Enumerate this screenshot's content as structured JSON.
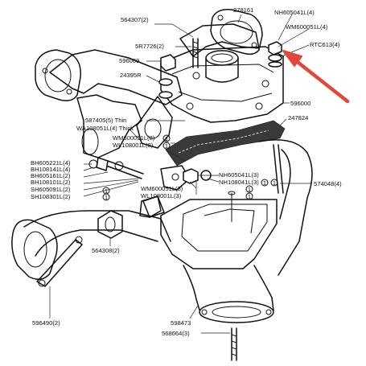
{
  "diagram": {
    "labels": {
      "l564307": "564307(2)",
      "l278161": "278161",
      "lNH605041": "NH605041L(4)",
      "lWM600051a": "WM600051L(4)",
      "lRTC613": "RTC613(4)",
      "l5R7726": "5R7726(2)",
      "l596069": "596069",
      "l24395R": "24395R",
      "l596000": "596000",
      "l587405": "587405(5) Thin",
      "l247824": "247824",
      "lWA108051": "WA108051L(4) Thick",
      "lWM600051b": "WM600051L(8)",
      "lWL108001a": "WL108001L(8)",
      "lBH605221": "BH605221L(4)",
      "lBH108141": "BH108141L(4)",
      "lBH605161": "BH605161L(2)",
      "lBH108101": "BH108101L(2)",
      "lSH605091": "SH605091L(2)",
      "lSH108301": "SH108301L(2)",
      "lNH605041b": "NH605041L(3)",
      "lNH108041": "NH108041L(3)",
      "l574048": "574048(4)",
      "lWM600051c": "WM600051L(3)",
      "lWL108001b": "WL108001L(3)",
      "l564308": "564308(2)",
      "l596490": "596490(2)",
      "l598473": "598473",
      "l568664": "568664(3)",
      "circled_one": "1"
    },
    "colors": {
      "pointer_arrow": "#e0483a",
      "line": "#111111"
    }
  }
}
